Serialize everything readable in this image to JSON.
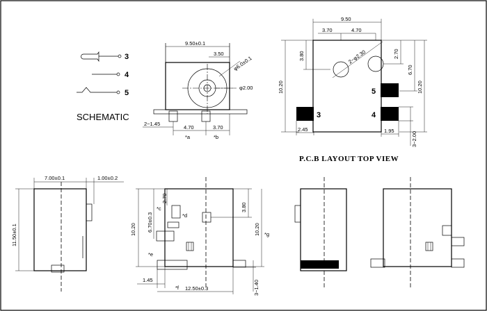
{
  "schematic": {
    "label": "SCHEMATIC",
    "pins": [
      "3",
      "4",
      "5"
    ]
  },
  "top_view": {
    "width_dim": "9.50±0.1",
    "offset_dim": "3.50",
    "hole_dia": "φ6.0±0.1",
    "pin_dia": "φ2.00",
    "pin_offset": "2−1.45",
    "pin_span_a": "4.70",
    "pin_span_b": "3.70",
    "ref_a": "*a",
    "ref_b": "*b"
  },
  "pcb_layout": {
    "width": "9.50",
    "left_seg": "3.70",
    "right_seg": "4.70",
    "hole_note": "2−φ2.30",
    "height_left": "10.20",
    "hole_top": "3.80",
    "right_top": "2.70",
    "right_mid": "6.70",
    "right_full": "10.20",
    "pad_width": "2.45",
    "pad_right": "1.95",
    "pad_height": "3−2.00",
    "pads": [
      "5",
      "3",
      "4"
    ],
    "title": "P.C.B LAYOUT TOP VIEW"
  },
  "side_view": {
    "width": "7.00±0.1",
    "tab": "1.00±0.2",
    "height": "11.50±0.1"
  },
  "front_view": {
    "height": "10.20",
    "dim_d": "6.70±0.3",
    "dim_top": "2.70",
    "dim_right": "3.80",
    "right_height": "10.20",
    "pin_offset": "1.45",
    "width": "12.50±0.3",
    "pin_height": "3−1.40",
    "ref_c": "*c",
    "ref_d": "*d",
    "ref_e": "*e",
    "ref_f": "*f",
    "ref_g": "*g"
  }
}
